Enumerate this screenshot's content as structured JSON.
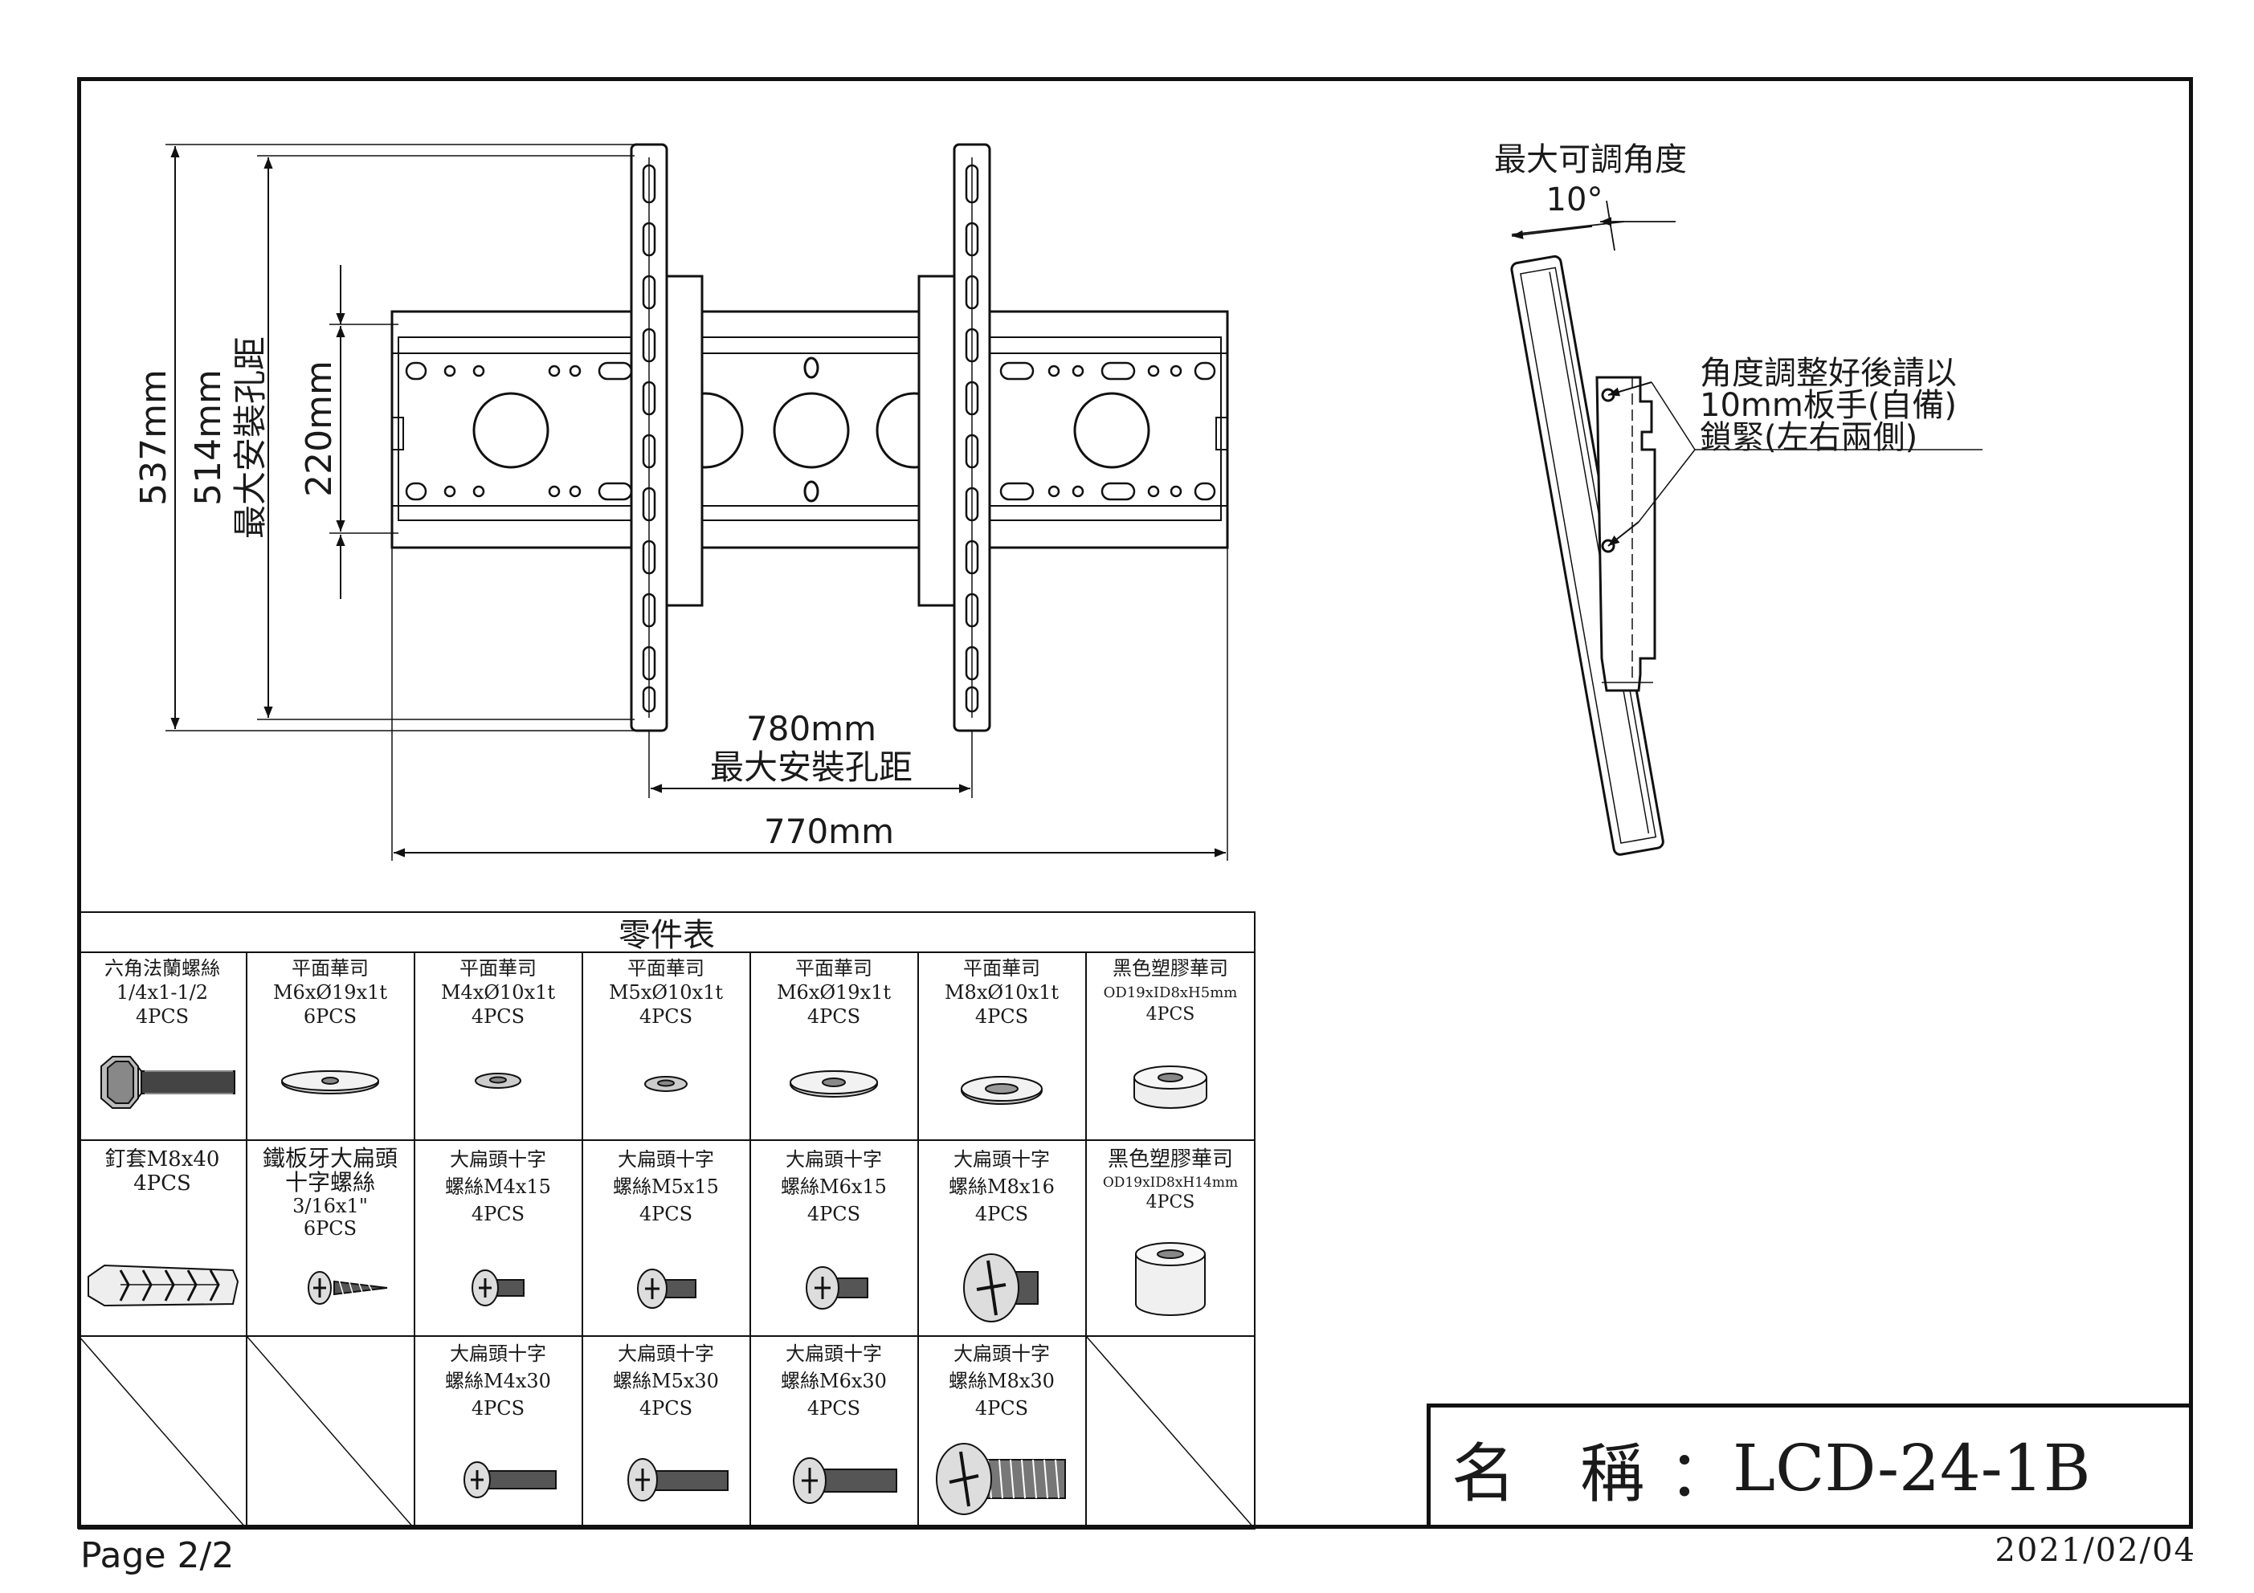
{
  "dimensions": {
    "height_outer": "537mm",
    "height_max_holes": "514mm",
    "height_max_label": "最大安裝孔距",
    "height_inner": "220mm",
    "width_max_holes": "780mm",
    "width_max_label": "最大安裝孔距",
    "width_rail": "770mm"
  },
  "tilt": {
    "title": "最大可調角度",
    "angle": "10°",
    "note_line1": "角度調整好後請以",
    "note_line2": "10mm板手(自備)",
    "note_line3": "鎖緊(左右兩側)"
  },
  "parts_table": {
    "title": "零件表",
    "row1": [
      {
        "name": "六角法蘭螺絲",
        "spec": "1/4x1-1/2",
        "qty": "4PCS"
      },
      {
        "name": "平面華司",
        "spec": "M6xØ19x1t",
        "qty": "6PCS"
      },
      {
        "name": "平面華司",
        "spec": "M4xØ10x1t",
        "qty": "4PCS"
      },
      {
        "name": "平面華司",
        "spec": "M5xØ10x1t",
        "qty": "4PCS"
      },
      {
        "name": "平面華司",
        "spec": "M6xØ19x1t",
        "qty": "4PCS"
      },
      {
        "name": "平面華司",
        "spec": "M8xØ10x1t",
        "qty": "4PCS"
      },
      {
        "name": "黑色塑膠華司",
        "spec": "OD19xID8xH5mm",
        "qty": "4PCS"
      }
    ],
    "row2": [
      {
        "line1": "釘套M8x40",
        "line2": "4PCS",
        "line3": "",
        "line4": ""
      },
      {
        "line1": "鐵板牙大扁頭",
        "line2": "十字螺絲",
        "line3": "3/16x1\"",
        "line4": "6PCS"
      },
      {
        "line1": "大扁頭十字",
        "line2": "螺絲M4x15",
        "line3": "4PCS",
        "line4": ""
      },
      {
        "line1": "大扁頭十字",
        "line2": "螺絲M5x15",
        "line3": "4PCS",
        "line4": ""
      },
      {
        "line1": "大扁頭十字",
        "line2": "螺絲M6x15",
        "line3": "4PCS",
        "line4": ""
      },
      {
        "line1": "大扁頭十字",
        "line2": "螺絲M8x16",
        "line3": "4PCS",
        "line4": ""
      },
      {
        "line1": "黑色塑膠華司",
        "line2": "OD19xID8xH14mm",
        "line3": "4PCS",
        "line4": ""
      }
    ],
    "row3": [
      {
        "line1": "大扁頭十字",
        "line2": "螺絲M4x30",
        "line3": "4PCS"
      },
      {
        "line1": "大扁頭十字",
        "line2": "螺絲M5x30",
        "line3": "4PCS"
      },
      {
        "line1": "大扁頭十字",
        "line2": "螺絲M6x30",
        "line3": "4PCS"
      },
      {
        "line1": "大扁頭十字",
        "line2": "螺絲M8x30",
        "line3": "4PCS"
      }
    ]
  },
  "title_block": {
    "label": "名　稱",
    "colon": "：",
    "model": "LCD-24-1B"
  },
  "footer": {
    "page": "Page 2/2",
    "date": "2021/02/04"
  }
}
